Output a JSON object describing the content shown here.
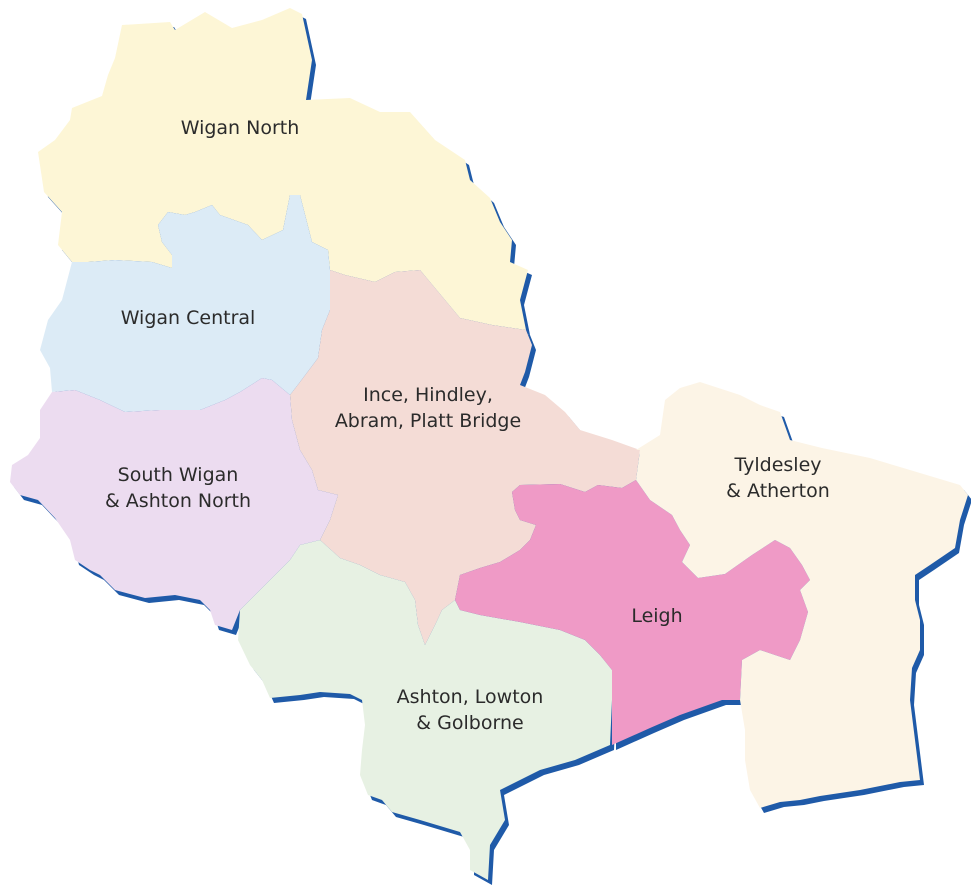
{
  "map": {
    "regions": [
      {
        "id": "wigan-north",
        "color": "#fdf6d6",
        "label": [
          "Wigan North"
        ]
      },
      {
        "id": "wigan-central",
        "color": "#dcebf6",
        "label": [
          "Wigan Central"
        ]
      },
      {
        "id": "south-wigan",
        "color": "#ecdcf0",
        "label": [
          "South Wigan",
          "& Ashton North"
        ]
      },
      {
        "id": "ince-hindley",
        "color": "#f4dcd6",
        "label": [
          "Ince, Hindley,",
          "Abram, Platt Bridge"
        ]
      },
      {
        "id": "ashton-lowton",
        "color": "#e7f1e3",
        "label": [
          "Ashton, Lowton",
          "& Golborne"
        ]
      },
      {
        "id": "leigh",
        "color": "#ef9ac6",
        "label": [
          "Leigh"
        ]
      },
      {
        "id": "tyldesley",
        "color": "#fcf4e6",
        "label": [
          "Tyldesley",
          "& Atherton"
        ]
      }
    ],
    "border_color": "#1f5aa8"
  }
}
